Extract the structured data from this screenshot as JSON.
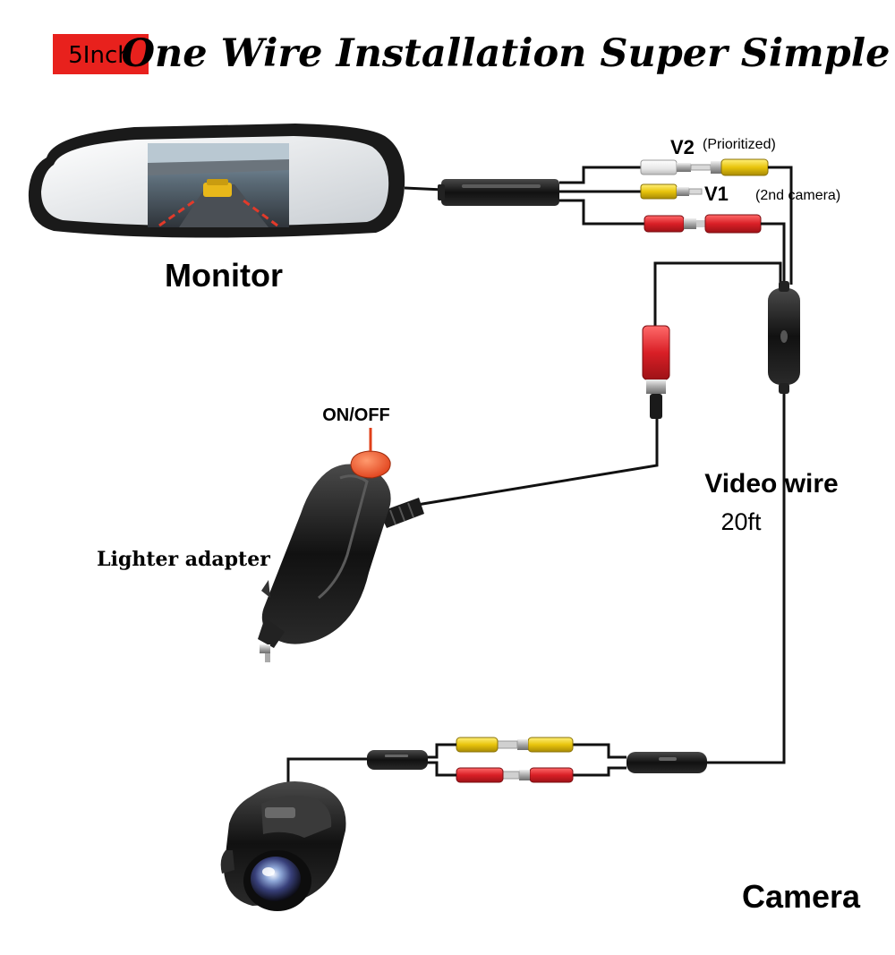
{
  "header": {
    "badge": "5Inch",
    "title": "One Wire Installation Super Simple",
    "badge_color": "#e8211d"
  },
  "labels": {
    "monitor": "Monitor",
    "v2": "V2",
    "prioritized": "(Prioritized)",
    "v1": "V1",
    "second_camera": "(2nd camera)",
    "on_off": "ON/OFF",
    "lighter_adapter": "Lighter adapter",
    "video_wire": "Video  wire",
    "length": "20ft",
    "camera": "Camera"
  },
  "colors": {
    "rca_yellow": "#e8c40c",
    "rca_red": "#e0262b",
    "rca_white": "#f2f2f2",
    "switch_orange": "#f0582a",
    "wire": "#111111"
  }
}
